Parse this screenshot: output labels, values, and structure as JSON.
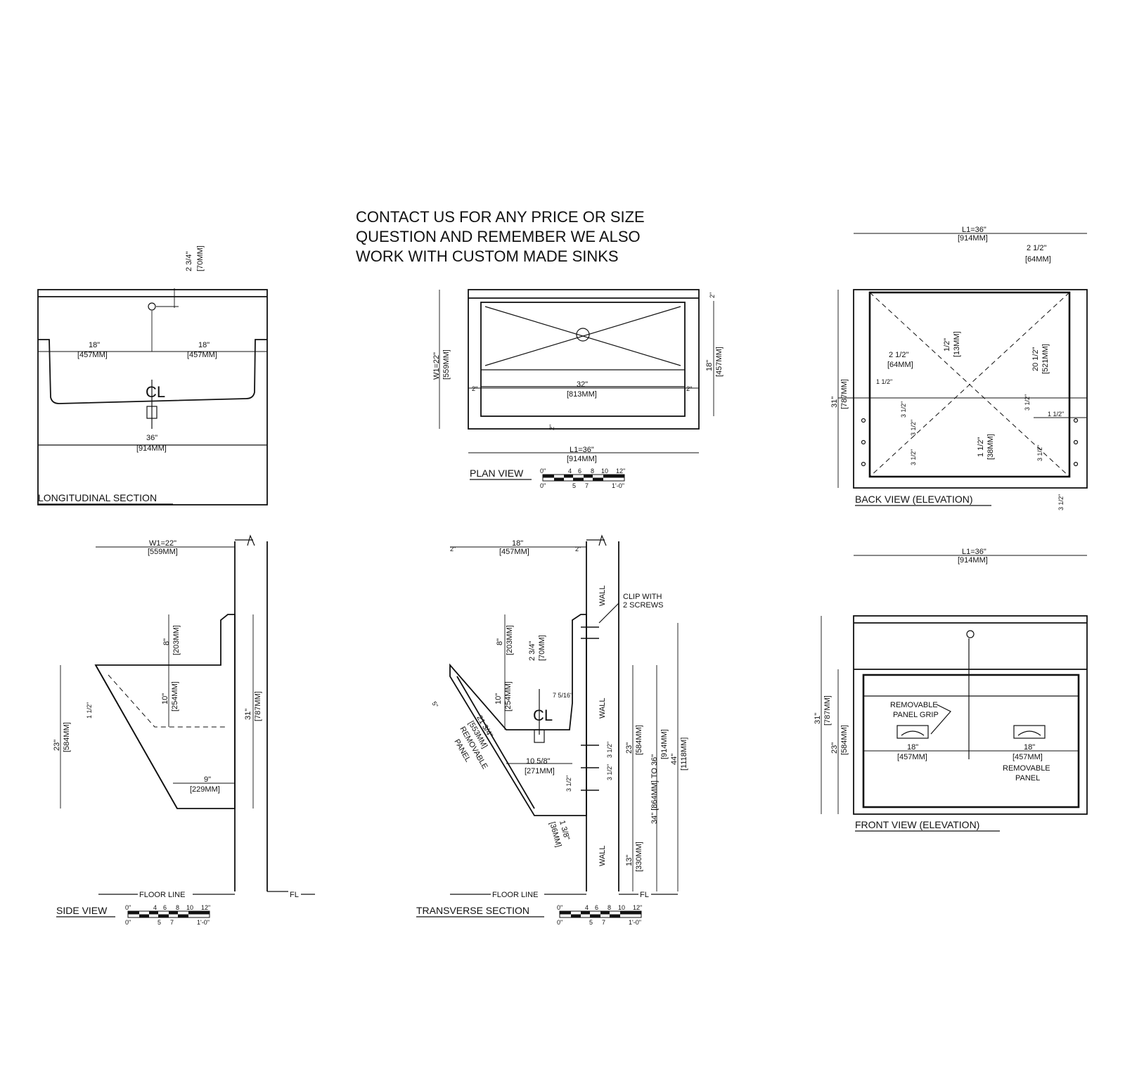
{
  "note": {
    "line1": "CONTACT US FOR ANY PRICE OR SIZE",
    "line2": "QUESTION AND REMEMBER WE ALSO",
    "line3": "WORK WITH CUSTOM MADE SINKS"
  },
  "views": {
    "longitudinal": "LONGITUDINAL SECTION",
    "plan": "PLAN VIEW",
    "back": "BACK VIEW (ELEVATION)",
    "side": "SIDE VIEW",
    "transverse": "TRANSVERSE SECTION",
    "front": "FRONT VIEW (ELEVATION)"
  },
  "scale": {
    "top": [
      "0\"",
      "4",
      "6",
      "8",
      "10",
      "12\""
    ],
    "bottom": [
      "0\"",
      "5",
      "7",
      "1'-0\""
    ]
  },
  "labels": {
    "floor_line": "FLOOR LINE",
    "fl": "FL",
    "wall": "WALL",
    "clip1": "CLIP WITH",
    "clip2": "2 SCREWS",
    "rem_grip1": "REMOVABLE",
    "rem_grip2": "PANEL GRIP",
    "rem_panel1": "REMOVABLE",
    "rem_panel2": "PANEL",
    "cl": "CL"
  },
  "dims": {
    "in_2_3_4": "2 3/4\"",
    "mm_70": "[70MM]",
    "in_18": "18\"",
    "mm_457": "[457MM]",
    "in_36": "36\"",
    "mm_914": "[914MM]",
    "w1_22": "W1=22\"",
    "mm_559": "[559MM]",
    "in_2": "2\"",
    "in_32": "32\"",
    "mm_813": "[813MM]",
    "l1_36": "L1=36\"",
    "in_2_1_2": "2 1/2\"",
    "mm_64": "[64MM]",
    "in_1_2": "1/2\"",
    "mm_13": "[13MM]",
    "in_20_1_2": "20 1/2\"",
    "mm_521": "[521MM]",
    "in_1_1_2": "1 1/2\"",
    "mm_38": "[38MM]",
    "in_3_1_2": "3 1/2\"",
    "in_31": "31\"",
    "mm_787": "[787MM]",
    "in_8": "8\"",
    "mm_203": "[203MM]",
    "in_10": "10\"",
    "mm_254": "[254MM]",
    "in_23": "23\"",
    "mm_584": "[584MM]",
    "in_9": "9\"",
    "mm_229": "[229MM]",
    "in_7_5_16": "7 5/16\"",
    "in_10_5_8": "10 5/8\"",
    "mm_271": "[271MM]",
    "in_21_3_4": "21 3/4\"",
    "mm_553": "[553MM]",
    "in_1_3_8": "1 3/8\"",
    "mm_36": "[36MM]",
    "in_13": "13\"",
    "mm_330": "[330MM]",
    "in_34_36": "34\" [864MM] TO 36\"",
    "in_44": "44\"",
    "mm_1118": "[1118MM]",
    "in_5": "5\""
  }
}
